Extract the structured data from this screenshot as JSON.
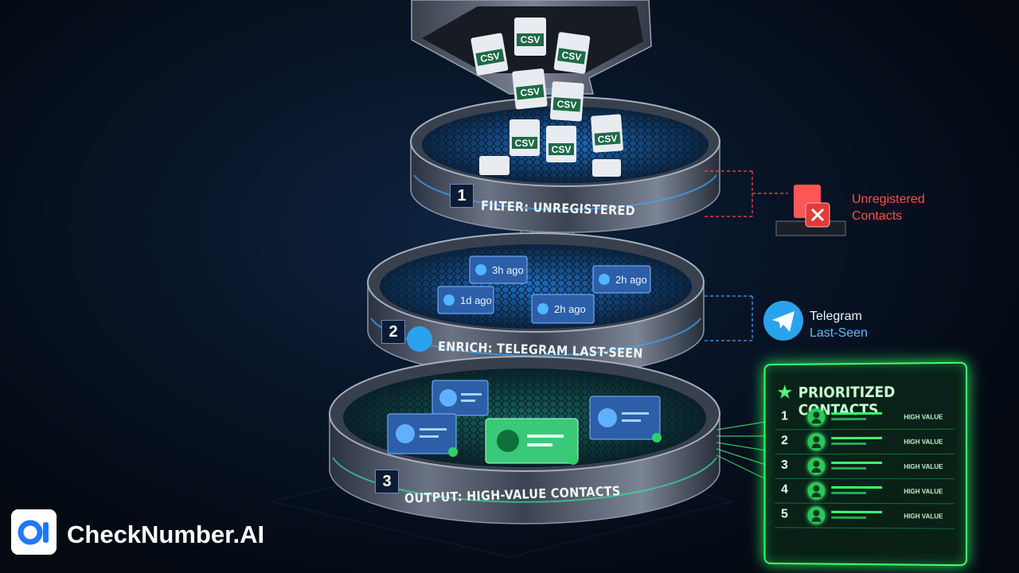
{
  "stages": [
    {
      "number": "1",
      "label": "FILTER: UNREGISTERED"
    },
    {
      "number": "2",
      "label": "ENRICH: TELEGRAM LAST-SEEN"
    },
    {
      "number": "3",
      "label": "OUTPUT: HIGH-VALUE CONTACTS"
    }
  ],
  "files": {
    "label": "CSV"
  },
  "unregistered": {
    "line1": "Unregistered",
    "line2": "Contacts",
    "color": "#ff4d4d"
  },
  "telegram": {
    "line1": "Telegram",
    "line2": "Last-Seen"
  },
  "last_seen_cards": [
    {
      "text": "3h ago"
    },
    {
      "text": "2h ago"
    },
    {
      "text": "1d ago"
    },
    {
      "text": "2h ago"
    }
  ],
  "prioritized": {
    "title": "PRIORITIZED CONTACTS",
    "rows": [
      {
        "rank": "1",
        "tag": "HIGH VALUE"
      },
      {
        "rank": "2",
        "tag": "HIGH VALUE"
      },
      {
        "rank": "3",
        "tag": "HIGH VALUE"
      },
      {
        "rank": "4",
        "tag": "HIGH VALUE"
      },
      {
        "rank": "5",
        "tag": "HIGH VALUE"
      }
    ]
  },
  "brand": {
    "name": "CheckNumber.AI",
    "logo_text": "AI"
  },
  "colors": {
    "accent_blue": "#29a3ff",
    "accent_green": "#3cff6e",
    "alert_red": "#ff4d4d",
    "telegram": "#2aa3ef"
  }
}
